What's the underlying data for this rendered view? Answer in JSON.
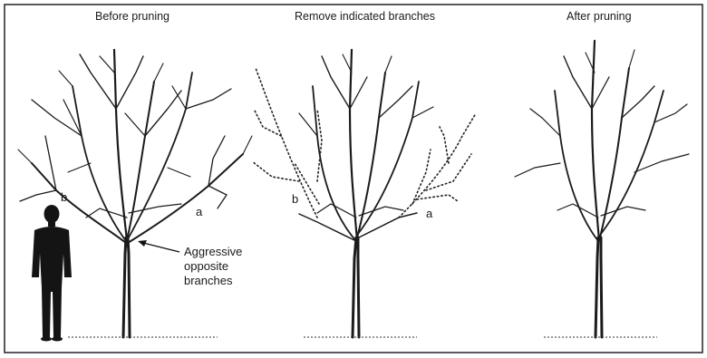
{
  "panels": {
    "before": {
      "title": "Before pruning",
      "label_b": "b",
      "label_a": "a"
    },
    "remove": {
      "title": "Remove indicated branches",
      "label_b": "b",
      "label_a": "a"
    },
    "after": {
      "title": "After pruning"
    }
  },
  "annotation": {
    "line1": "Aggressive",
    "line2": "opposite",
    "line3": "branches"
  }
}
